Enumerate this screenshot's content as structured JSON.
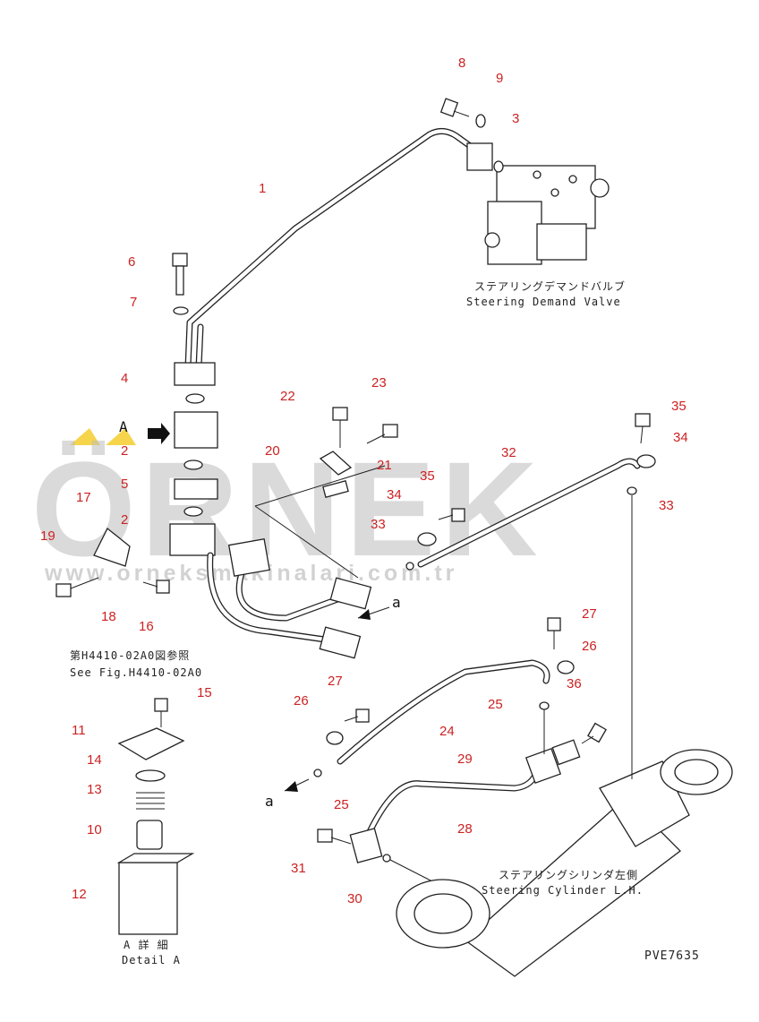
{
  "watermark": {
    "brand": "ÖRNEK",
    "url": "www.orneksmakinalari.com.tr",
    "color": "#bdbdbd",
    "accent": "#f2c200"
  },
  "titles": {
    "valve_jp": "ステアリングデマンドバルブ",
    "valve_en": "Steering Demand Valve",
    "cylinder_jp": "ステアリングシリンダ左側",
    "cylinder_en": "Steering Cylinder L.H.",
    "ref_jp": "第H4410-02A0図参照",
    "ref_en": "See Fig.H4410-02A0",
    "detail_jp": "A 詳 細",
    "detail_en": "Detail A",
    "view_letter": "A",
    "arrow_a1": "a",
    "arrow_a2": "a",
    "drawing_code": "PVE7635"
  },
  "callouts": {
    "c1": "1",
    "c2a": "2",
    "c2b": "2",
    "c3": "3",
    "c4": "4",
    "c5": "5",
    "c6": "6",
    "c7": "7",
    "c8": "8",
    "c9": "9",
    "c10": "10",
    "c11": "11",
    "c12": "12",
    "c13": "13",
    "c14": "14",
    "c15": "15",
    "c16": "16",
    "c17": "17",
    "c18": "18",
    "c19": "19",
    "c20": "20",
    "c21": "21",
    "c22": "22",
    "c23": "23",
    "c24": "24",
    "c25a": "25",
    "c25b": "25",
    "c26a": "26",
    "c26b": "26",
    "c27a": "27",
    "c27b": "27",
    "c28": "28",
    "c29": "29",
    "c30": "30",
    "c31": "31",
    "c32": "32",
    "c33a": "33",
    "c33b": "33",
    "c34a": "34",
    "c34b": "34",
    "c35a": "35",
    "c35b": "35",
    "c36": "36"
  },
  "colors": {
    "callout": "#cc2222",
    "line": "#222222"
  }
}
